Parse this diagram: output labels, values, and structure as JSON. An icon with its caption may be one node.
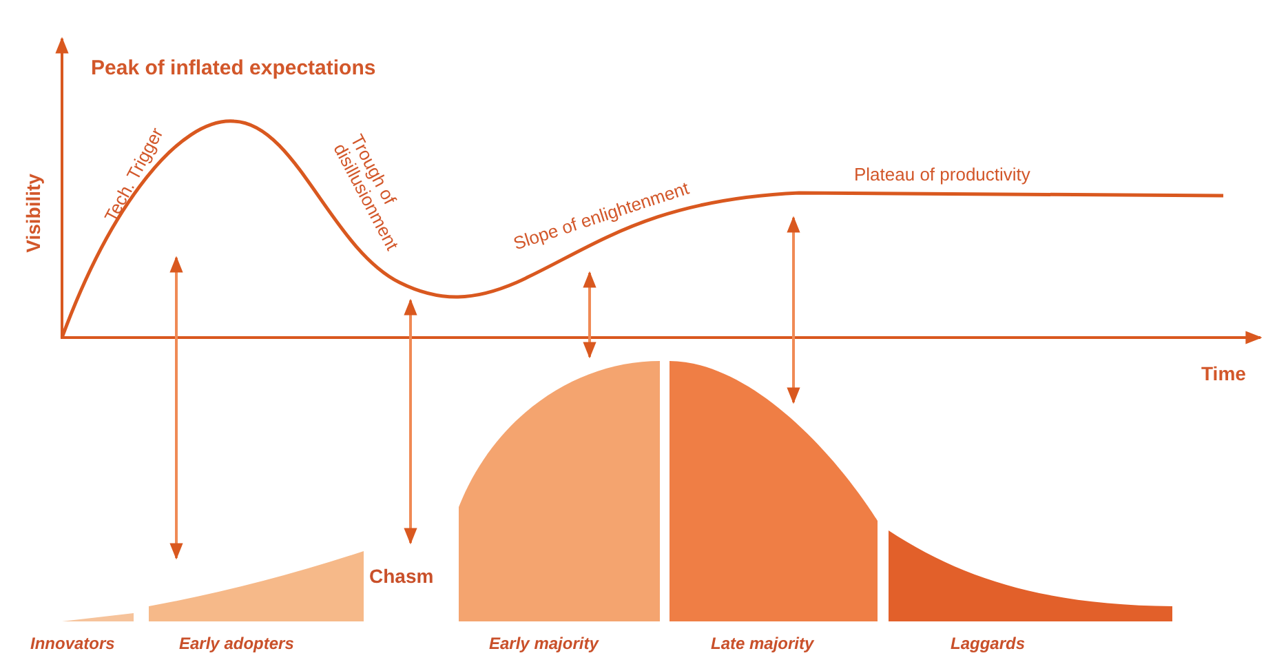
{
  "diagram": {
    "nodes": [
      {
        "text": [],
        "shape": "curve"
      },
      {
        "text": [
          "Innovators"
        ]
      },
      {
        "text": [
          "Early adopters"
        ]
      },
      {
        "text": [
          "Chasm"
        ]
      },
      {
        "text": [
          "Early majority"
        ]
      },
      {
        "text": [
          "Late majority"
        ]
      },
      {
        "text": [
          "Laggards"
        ]
      }
    ],
    "edges": [
      {
        "from": 0,
        "to": 2,
        "arrow": "both"
      },
      {
        "from": 0,
        "to": 3,
        "arrow": "both"
      },
      {
        "from": 0,
        "to": 4,
        "arrow": "both"
      },
      {
        "from": 0,
        "to": 5,
        "arrow": "both"
      }
    ],
    "labels": [
      "Peak of inflated expectations",
      "Visibility",
      "Tech. Trigger",
      "Trough of disillusionment",
      "Slope of enlightenment",
      "Plateau of productivity",
      "Time"
    ]
  }
}
